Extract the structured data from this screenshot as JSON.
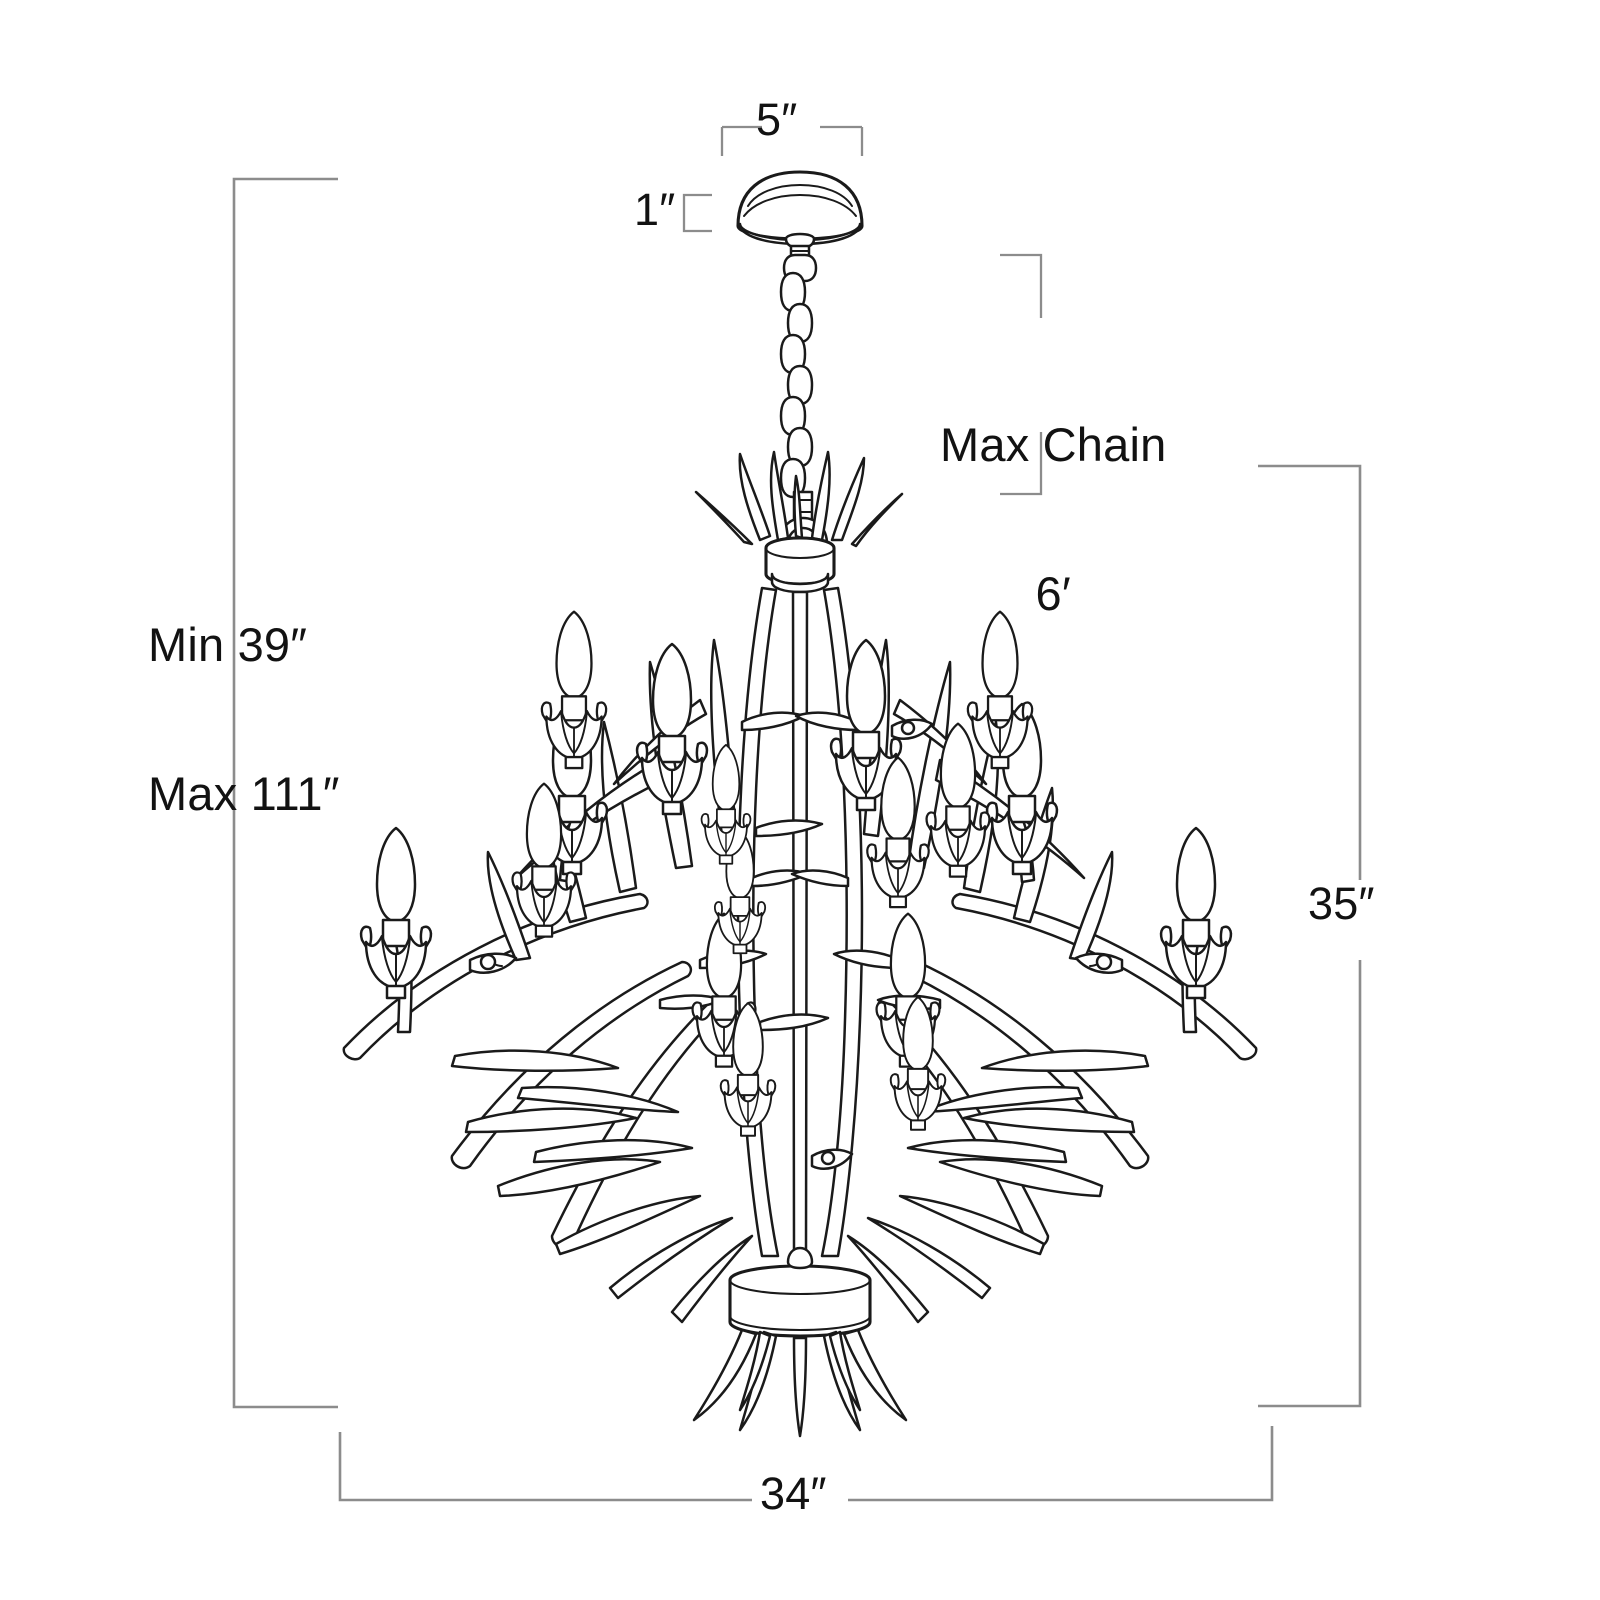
{
  "drawing": {
    "subject": "chandelier",
    "type": "dimension-line-drawing",
    "line_color": "#1a1a1a",
    "dimension_line_color": "#8c8c8c",
    "background_color": "#ffffff"
  },
  "dimensions": {
    "canopy_width": "5″",
    "canopy_height": "1″",
    "max_chain_label": "Max Chain",
    "max_chain_value": "6′",
    "min_height": "Min 39″",
    "max_height": "Max 111″",
    "fixture_height": "35″",
    "fixture_width": "34″"
  }
}
